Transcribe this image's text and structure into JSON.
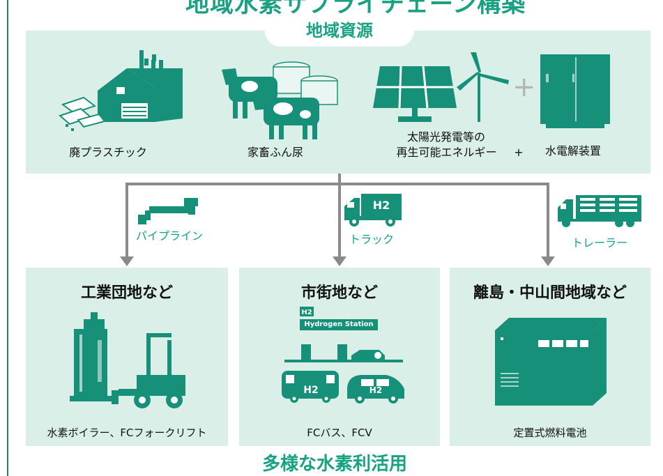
{
  "header": {
    "title": "地域水素サプライチェーン構築"
  },
  "resources": {
    "heading": "地域資源",
    "items": [
      {
        "label": "廃プラスチック",
        "icon": "factory-icon"
      },
      {
        "label": "家畜ふん尿",
        "icon": "cows-icon"
      },
      {
        "label_line1": "太陽光発電等の",
        "label_line2": "再生可能エネルギー",
        "icon": "solar-wind-icon"
      },
      {
        "plus": "+",
        "label": "水電解装置",
        "icon": "electrolyzer-icon"
      }
    ],
    "plus_icon": "+"
  },
  "transport": [
    {
      "label": "パイプライン",
      "icon": "pipeline-icon"
    },
    {
      "label": "トラック",
      "icon": "truck-icon",
      "badge": "H2"
    },
    {
      "label": "トレーラー",
      "icon": "trailer-icon"
    }
  ],
  "destinations": [
    {
      "title": "工業団地など",
      "label": "水素ボイラー、FCフォークリフト",
      "icon": "boiler-forklift-icon"
    },
    {
      "title": "市街地など",
      "label": "FCバス、FCV",
      "icon": "station-vehicles-icon",
      "station_badge": "H2",
      "station_sign": "Hydrogen Station",
      "bus_badge": "H2",
      "car_badge": "H2"
    },
    {
      "title": "離島・中山間地域など",
      "label": "定置式燃料電池",
      "icon": "fuel-cell-icon"
    }
  ],
  "footer": {
    "title": "多様な水素利活用"
  },
  "colors": {
    "accent": "#1aa083",
    "icon": "#17907a",
    "panel": "#d9efe7",
    "connector": "#8a8a8a"
  }
}
